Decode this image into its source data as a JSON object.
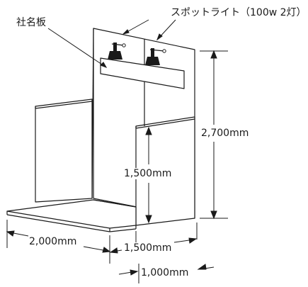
{
  "labels": {
    "company_sign": "社名板",
    "spotlight": "スポットライト（100w 2灯）",
    "height_total": "2,700mm",
    "height_side": "1,500mm",
    "width_left": "2,000mm",
    "width_right": "1,500mm",
    "depth": "1,000mm"
  },
  "colors": {
    "line": "#1a1a1a",
    "background": "#ffffff",
    "floor": "#ffffff"
  }
}
